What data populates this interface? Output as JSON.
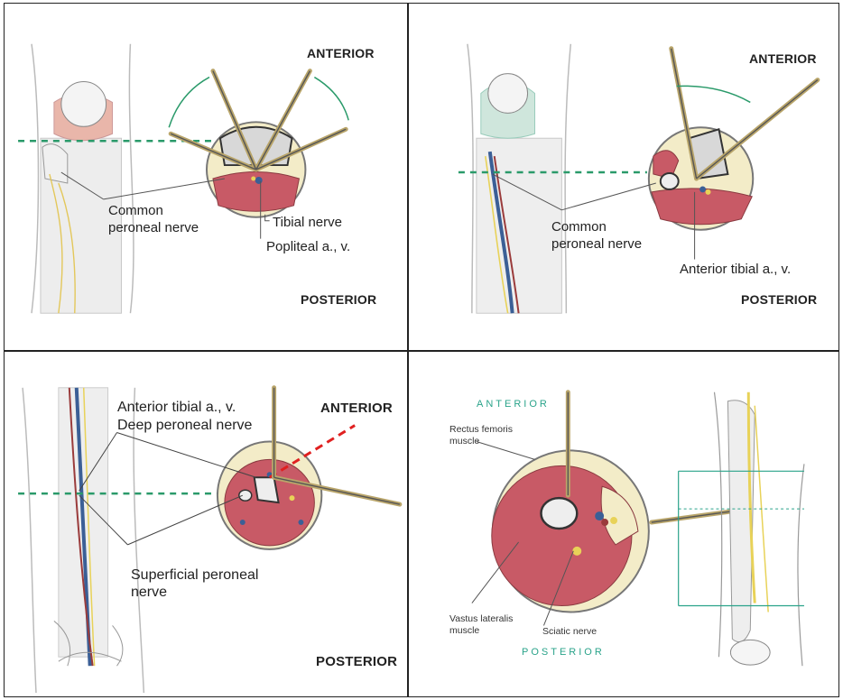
{
  "panels": {
    "p1": {
      "anterior": "ANTERIOR",
      "posterior": "POSTERIOR",
      "labels": {
        "common_peroneal": "Common\nperoneal nerve",
        "tibial": "Tibial nerve",
        "popliteal": "Popliteal a., v."
      }
    },
    "p2": {
      "anterior": "ANTERIOR",
      "posterior": "POSTERIOR",
      "labels": {
        "common_peroneal": "Common\nperoneal nerve",
        "anterior_tibial": "Anterior tibial a., v."
      }
    },
    "p3": {
      "anterior": "ANTERIOR",
      "posterior": "POSTERIOR",
      "labels": {
        "anterior_tibial": "Anterior tibial a., v.",
        "deep_peroneal": "Deep peroneal nerve",
        "superficial_peroneal": "Superficial peroneal\nnerve"
      }
    },
    "p4": {
      "anterior": "ANTERIOR",
      "posterior": "POSTERIOR",
      "labels": {
        "rectus": "Rectus femoris\nmuscle",
        "vastus": "Vastus lateralis\nmuscle",
        "sciatic": "Sciatic nerve"
      }
    }
  },
  "colors": {
    "muscle": "#c85a66",
    "fascia": "#f3ecc8",
    "needle": "#b9a56a",
    "dashed_green": "#2a9a6a",
    "dashed_red": "#e02020",
    "nerve": "#e8d258",
    "vein": "#3b5f96",
    "artery": "#9a3b3b",
    "accent_text": "#2aa38a"
  }
}
